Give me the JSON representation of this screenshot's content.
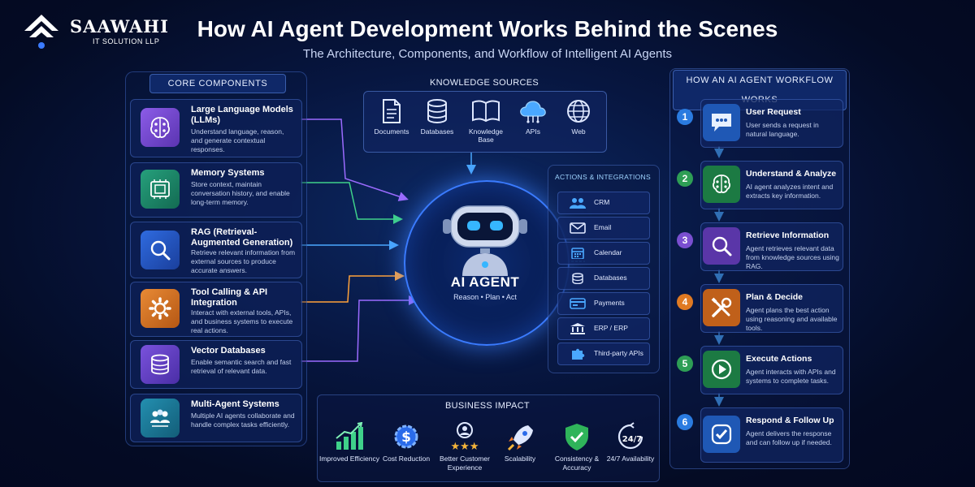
{
  "brand": {
    "name": "SAAWAHI",
    "sub": "IT SOLUTION LLP"
  },
  "header": {
    "title": "How AI Agent Development Works Behind the Scenes",
    "subtitle": "The Architecture, Components, and Workflow of Intelligent AI Agents"
  },
  "core": {
    "heading": "CORE COMPONENTS",
    "items": [
      {
        "title": "Large Language Models (LLMs)",
        "desc": "Understand language, reason, and generate contextual responses.",
        "icon": "brain-circuit-icon",
        "color": "#7b4fd6"
      },
      {
        "title": "Memory Systems",
        "desc": "Store context, maintain conversation history, and enable long-term memory.",
        "icon": "memory-chip-icon",
        "color": "#1f8a6a"
      },
      {
        "title": "RAG (Retrieval-Augmented Generation)",
        "desc": "Retrieve relevant information from external sources to produce accurate answers.",
        "icon": "search-icon",
        "color": "#2a5fcf"
      },
      {
        "title": "Tool Calling & API Integration",
        "desc": "Interact with external tools, APIs, and business systems to execute real actions.",
        "icon": "gear-icon",
        "color": "#d8732a"
      },
      {
        "title": "Vector Databases",
        "desc": "Enable semantic search and fast retrieval of relevant data.",
        "icon": "database-icon",
        "color": "#6a45c9"
      },
      {
        "title": "Multi-Agent Systems",
        "desc": "Multiple AI agents collaborate and handle complex tasks efficiently.",
        "icon": "team-icon",
        "color": "#1e7f9a"
      }
    ]
  },
  "knowledge": {
    "heading": "KNOWLEDGE SOURCES",
    "items": [
      {
        "label": "Documents",
        "icon": "document-icon"
      },
      {
        "label": "Databases",
        "icon": "database-icon"
      },
      {
        "label": "Knowledge Base",
        "icon": "book-icon"
      },
      {
        "label": "APIs",
        "icon": "cloud-api-icon"
      },
      {
        "label": "Web",
        "icon": "globe-icon"
      }
    ]
  },
  "agent": {
    "title": "AI AGENT",
    "sub": "Reason • Plan • Act"
  },
  "actions": {
    "heading": "ACTIONS & INTEGRATIONS",
    "items": [
      {
        "label": "CRM",
        "icon": "people-icon"
      },
      {
        "label": "Email",
        "icon": "envelope-icon"
      },
      {
        "label": "Calendar",
        "icon": "calendar-icon"
      },
      {
        "label": "Databases",
        "icon": "database-icon"
      },
      {
        "label": "Payments",
        "icon": "card-icon"
      },
      {
        "label": "ERP / ERP",
        "icon": "bank-icon"
      },
      {
        "label": "Third-party APIs",
        "icon": "puzzle-icon"
      }
    ]
  },
  "impact": {
    "heading": "BUSINESS IMPACT",
    "items": [
      {
        "label": "Improved Efficiency",
        "icon": "growth-chart-icon"
      },
      {
        "label": "Cost Reduction",
        "icon": "dollar-gear-icon"
      },
      {
        "label": "Better Customer Experience",
        "icon": "customer-stars-icon"
      },
      {
        "label": "Scalability",
        "icon": "rocket-icon"
      },
      {
        "label": "Consistency & Accuracy",
        "icon": "shield-check-icon"
      },
      {
        "label": "24/7 Availability",
        "icon": "clock-24-icon",
        "badge": "24/7"
      }
    ]
  },
  "workflow": {
    "heading": "HOW AN AI AGENT WORKFLOW WORKS",
    "steps": [
      {
        "num": "1",
        "title": "User Request",
        "desc": "User sends a request in natural language.",
        "icon": "chat-bubble-icon",
        "color": "#2a7be0"
      },
      {
        "num": "2",
        "title": "Understand & Analyze",
        "desc": "AI agent analyzes intent and extracts key information.",
        "icon": "brain-icon",
        "color": "#2e9e55"
      },
      {
        "num": "3",
        "title": "Retrieve Information",
        "desc": "Agent retrieves relevant data from knowledge sources using RAG.",
        "icon": "search-icon",
        "color": "#7a4fd0"
      },
      {
        "num": "4",
        "title": "Plan & Decide",
        "desc": "Agent plans the best action using reasoning and available tools.",
        "icon": "tools-icon",
        "color": "#e07a22"
      },
      {
        "num": "5",
        "title": "Execute Actions",
        "desc": "Agent interacts with APIs and systems to complete tasks.",
        "icon": "play-icon",
        "color": "#2e9e55"
      },
      {
        "num": "6",
        "title": "Respond & Follow Up",
        "desc": "Agent delivers the response and can follow up if needed.",
        "icon": "check-icon",
        "color": "#2a7be0"
      }
    ]
  }
}
